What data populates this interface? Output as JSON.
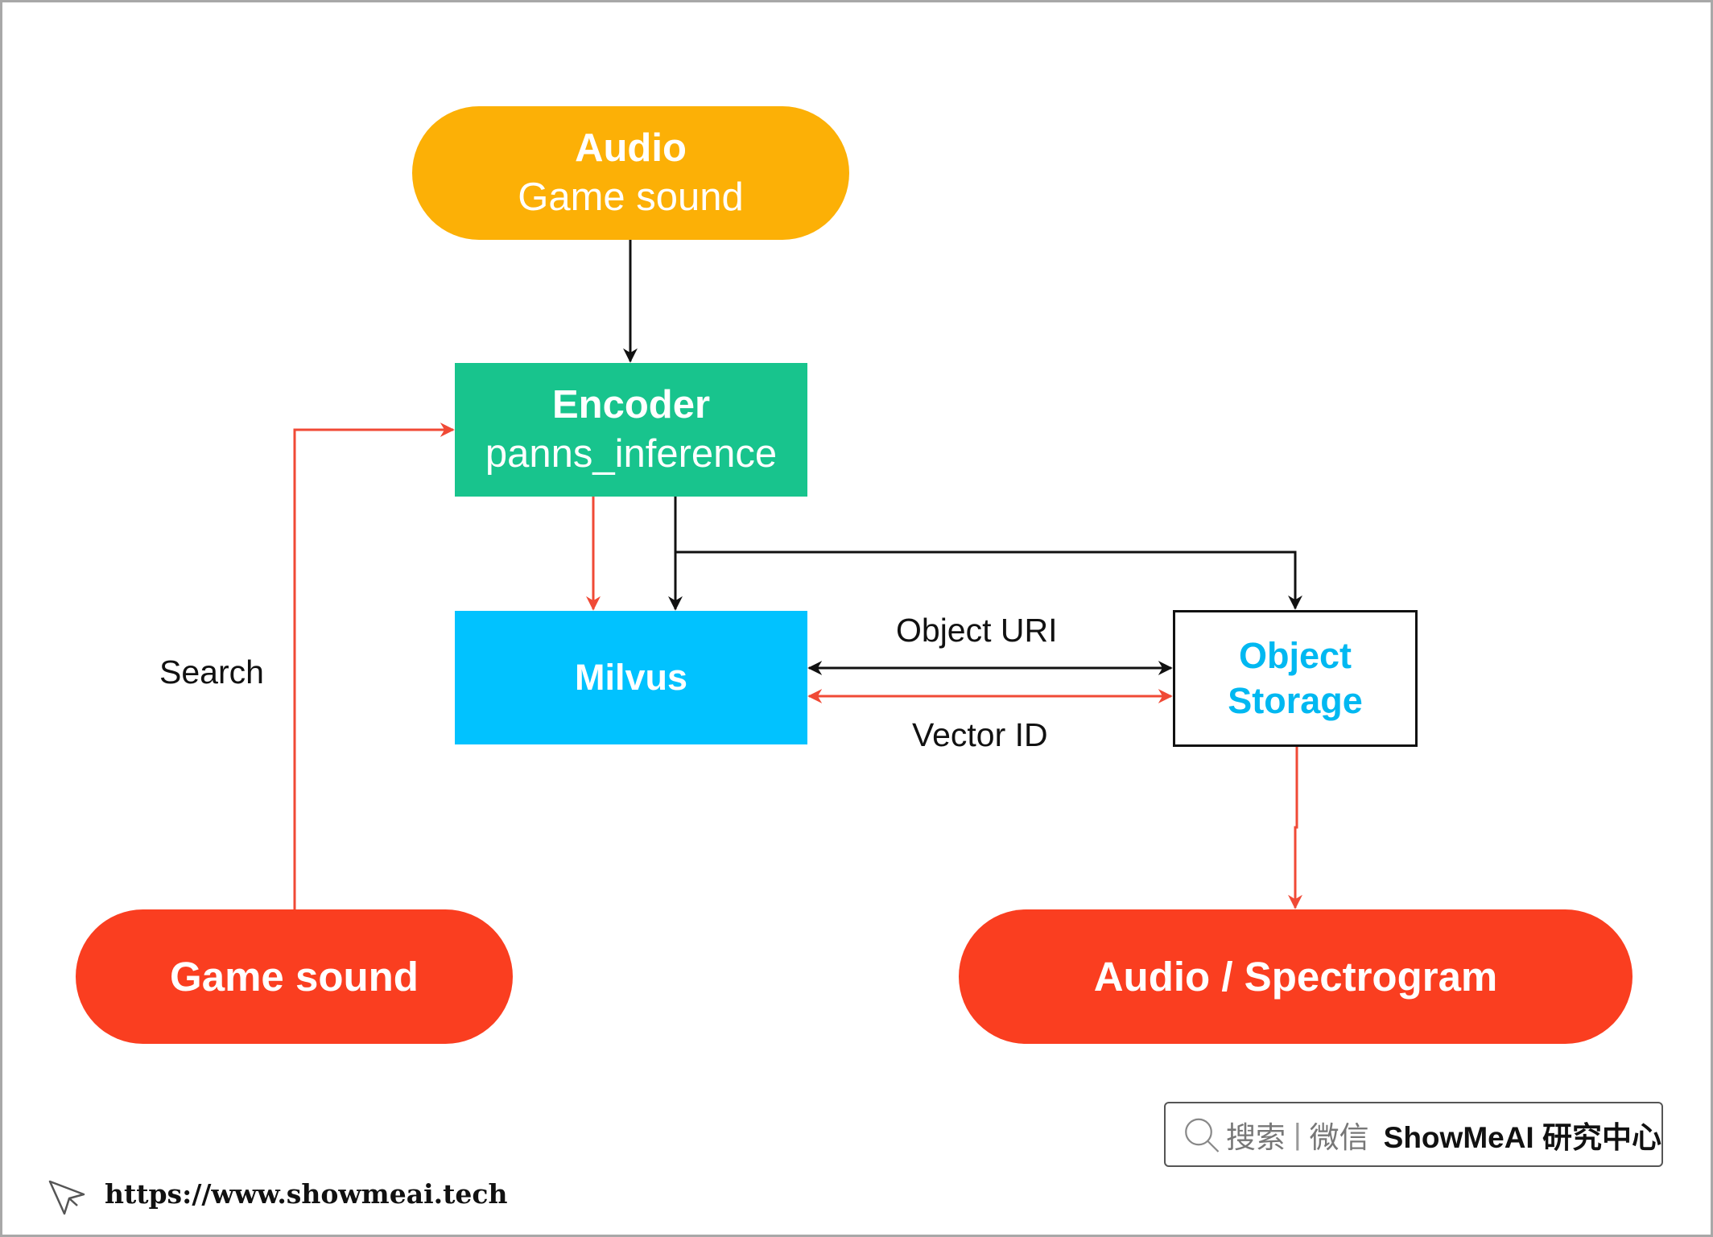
{
  "nodes": {
    "audio": {
      "title": "Audio",
      "subtitle": "Game sound"
    },
    "encoder": {
      "title": "Encoder",
      "subtitle": "panns_inference"
    },
    "milvus": {
      "title": "Milvus"
    },
    "object_storage": {
      "line1": "Object",
      "line2": "Storage"
    },
    "game_sound": {
      "title": "Game sound"
    },
    "audio_spectrogram": {
      "title": "Audio / Spectrogram"
    }
  },
  "edge_labels": {
    "search": "Search",
    "object_uri": "Object URI",
    "vector_id": "Vector ID"
  },
  "colors": {
    "audio": "#fcb006",
    "encoder": "#18c48d",
    "milvus": "#01c2ff",
    "storage_text": "#00b8f1",
    "query": "#fa3e20",
    "query_arrow": "#f04a36",
    "insert_arrow": "#111111"
  },
  "watermark": {
    "search_label": "搜索",
    "divider": "|",
    "wechat_label": "微信",
    "brand": "ShowMeAI 研究中心",
    "url": "https://www.showmeai.tech"
  },
  "icons": [
    "search-icon",
    "cursor-icon"
  ]
}
